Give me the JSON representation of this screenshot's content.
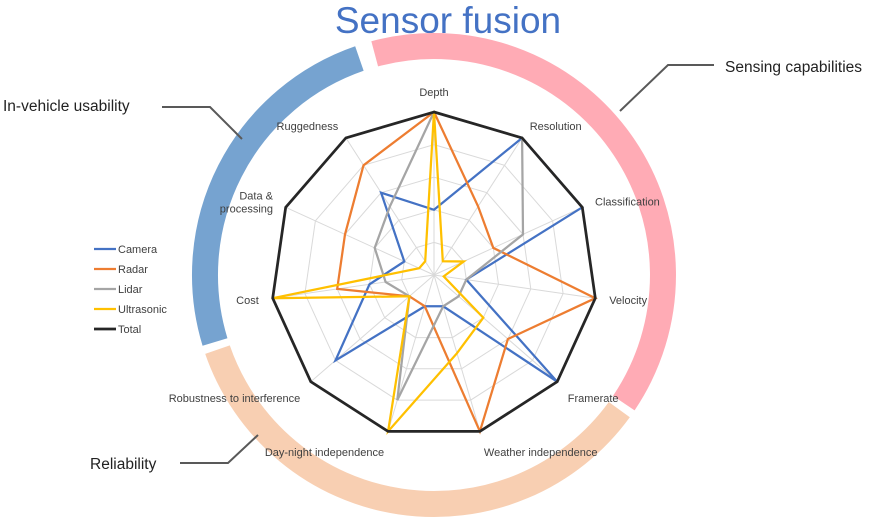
{
  "colors": {
    "title": "#4472c4",
    "sensing_band": "#ffabb5",
    "usability_band": "#76a3d0",
    "reliability_band": "#f8cfb2",
    "grid": "#d9d9d9",
    "callout_line": "#595959"
  },
  "chart_data": {
    "type": "radar",
    "title": "Sensor fusion",
    "categories": [
      "Depth",
      "Resolution",
      "Classification",
      "Velocity",
      "Framerate",
      "Weather independence",
      "Day-night independence",
      "Robustness to interference",
      "Cost",
      "Data & processing",
      "Ruggedness"
    ],
    "range": [
      0,
      5
    ],
    "grid": true,
    "legend_position": "left",
    "series": [
      {
        "name": "Camera",
        "color": "#4472c4",
        "values": [
          2.0,
          5.0,
          5.0,
          1.0,
          5.0,
          1.0,
          1.0,
          4.0,
          2.0,
          1.0,
          3.0
        ]
      },
      {
        "name": "Radar",
        "color": "#ed7d31",
        "values": [
          5.0,
          2.5,
          2.0,
          5.0,
          3.0,
          5.0,
          1.0,
          1.0,
          3.0,
          3.0,
          4.0
        ]
      },
      {
        "name": "Lidar",
        "color": "#a5a5a5",
        "values": [
          5.0,
          5.0,
          3.0,
          1.0,
          1.0,
          1.0,
          4.0,
          1.0,
          1.5,
          2.0,
          2.5
        ]
      },
      {
        "name": "Ultrasonic",
        "color": "#ffc000",
        "values": [
          5.0,
          0.5,
          1.0,
          0.3,
          2.0,
          2.5,
          5.0,
          1.0,
          5.0,
          0.5,
          0.5
        ]
      },
      {
        "name": "Total",
        "color": "#262626",
        "values": [
          5.0,
          5.0,
          5.0,
          5.0,
          5.0,
          5.0,
          5.0,
          5.0,
          5.0,
          5.0,
          5.0
        ]
      }
    ],
    "groups": [
      {
        "label": "Sensing capabilities"
      },
      {
        "label": "In-vehicle usability"
      },
      {
        "label": "Reliability"
      }
    ]
  }
}
